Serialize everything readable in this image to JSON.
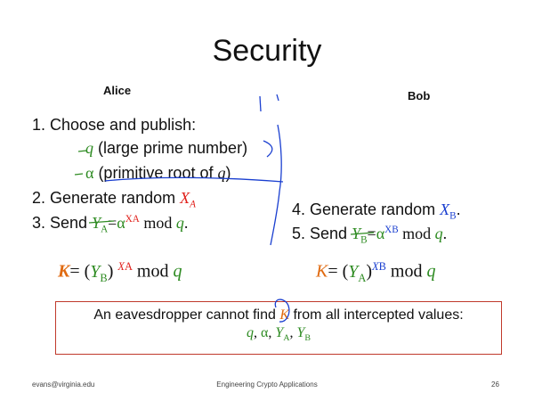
{
  "slide": {
    "title": "Security",
    "alice": "Alice",
    "bob": "Bob",
    "steps": {
      "s1": "1. Choose and publish:",
      "q_sym": "q",
      "q_desc": " (large prime number)",
      "alpha_sym": "α",
      "alpha_desc": " (primitive root of ",
      "alpha_q": "q",
      "alpha_end": ")",
      "s2": "2. Generate random ",
      "s3": "3. Send ",
      "s4": "4. Generate random ",
      "s5": "5. Send "
    },
    "sym": {
      "X": "X",
      "Y": "Y",
      "A": "A",
      "B": "B",
      "eq": "=",
      "alpha": "α",
      "mod": " mod ",
      "q": "q",
      "dot": ".",
      "K": "K",
      "open": "(",
      "close": ")",
      "comma": ", "
    },
    "box": {
      "line1_pre": "An eavesdropper cannot find ",
      "line1_post": " from all intercepted values:"
    },
    "footer": {
      "left": "evans@virginia.edu",
      "center": "Engineering Crypto Applications",
      "page": "26"
    }
  },
  "colors": {
    "green": "#2e8b22",
    "red": "#e0201b",
    "blue": "#1a3fd0",
    "orange": "#e06a10",
    "box_border": "#c0392b",
    "ink": "#1a3fd0"
  }
}
